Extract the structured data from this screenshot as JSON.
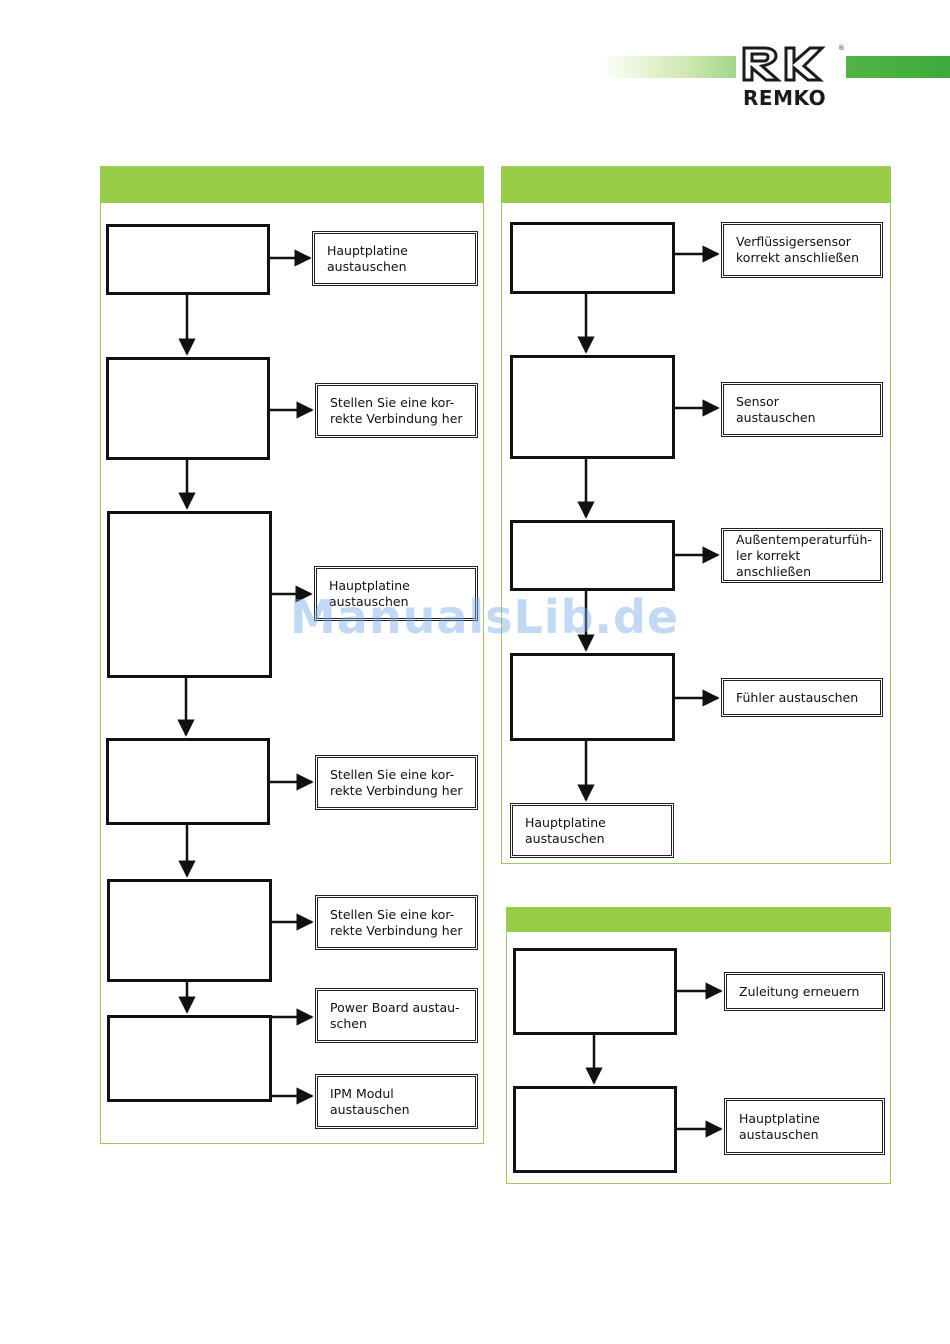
{
  "brand": {
    "name": "REMKO",
    "registered": "®"
  },
  "watermark": "ManualsLib.de",
  "panels": [
    {
      "id": "left",
      "actions": [
        "Hauptplatine\naustauschen",
        "Stellen Sie eine kor-\nrekte Verbindung her",
        "Hauptplatine\naustauschen",
        "Stellen Sie eine kor-\nrekte Verbindung her",
        "Stellen Sie eine kor-\nrekte Verbindung her",
        "Power Board austau-\nschen",
        "IPM Modul\naustauschen"
      ]
    },
    {
      "id": "right-top",
      "actions": [
        "Verflüssigersensor\nkorrekt anschließen",
        "Sensor\naustauschen",
        "Außentemperaturfüh-\nler korrekt anschließen",
        "Fühler austauschen",
        "Hauptplatine\naustauschen"
      ]
    },
    {
      "id": "right-bottom",
      "actions": [
        "Zuleitung erneuern",
        "Hauptplatine\naustauschen"
      ]
    }
  ],
  "colors": {
    "panel_header": "#98cc48",
    "panel_border": "#9ccb5a",
    "brand_green": "#3daa3b"
  }
}
